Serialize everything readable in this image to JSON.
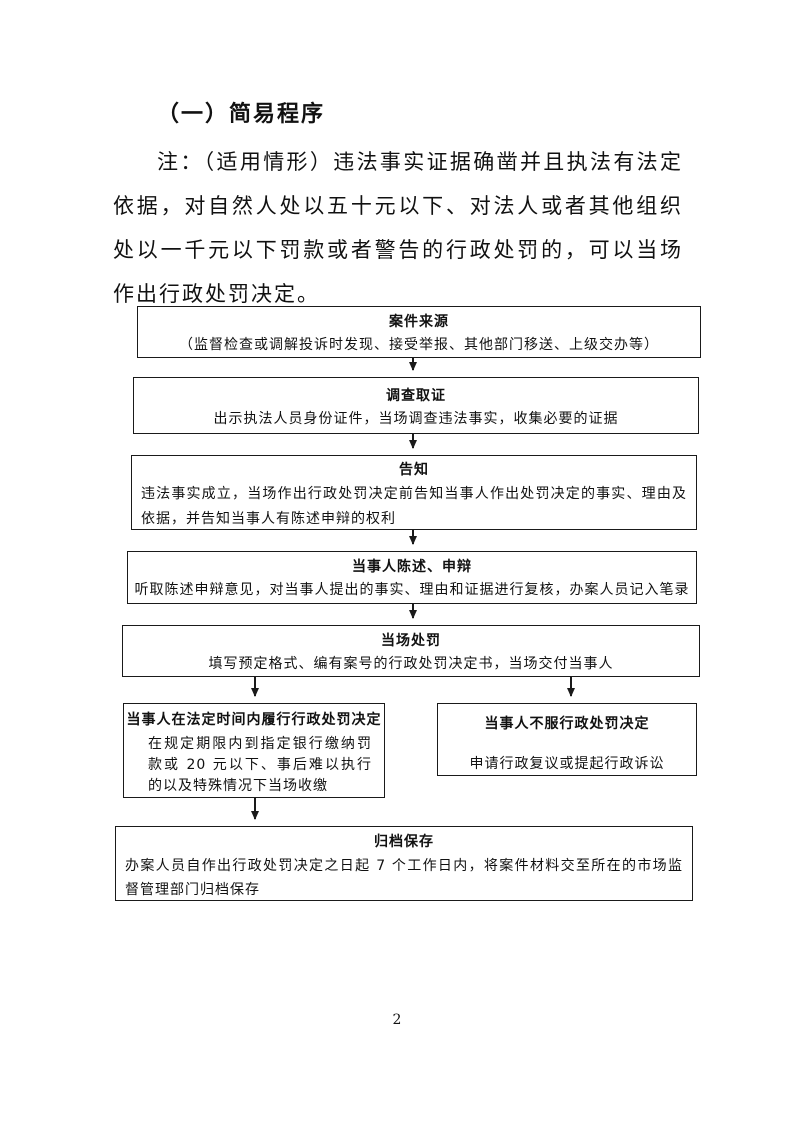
{
  "page": {
    "heading": "（一）简易程序",
    "note": "注：（适用情形）违法事实证据确凿并且执法有法定依据，对自然人处以五十元以下、对法人或者其他组织处以一千元以下罚款或者警告的行政处罚的，可以当场作出行政处罚决定。",
    "page_number": "2"
  },
  "flowchart": {
    "boxes": [
      {
        "id": "case-source",
        "title": "案件来源",
        "body": "（监督检查或调解投诉时发现、接受举报、其他部门移送、上级交办等）"
      },
      {
        "id": "investigation",
        "title": "调查取证",
        "body": "出示执法人员身份证件，当场调查违法事实，收集必要的证据"
      },
      {
        "id": "notification",
        "title": "告知",
        "body": "违法事实成立，当场作出行政处罚决定前告知当事人作出处罚决定的事实、理由及依据，并告知当事人有陈述申辩的权利"
      },
      {
        "id": "statement-defense",
        "title": "当事人陈述、申辩",
        "body": "听取陈述申辩意见，对当事人提出的事实、理由和证据进行复核，办案人员记入笔录"
      },
      {
        "id": "onsite-penalty",
        "title": "当场处罚",
        "body": "填写预定格式、编有案号的行政处罚决定书，当场交付当事人"
      },
      {
        "id": "comply-decision",
        "title": "当事人在法定时间内履行行政处罚决定",
        "body": "在规定期限内到指定银行缴纳罚款或 20 元以下、事后难以执行的以及特殊情况下当场收缴"
      },
      {
        "id": "refuse-decision",
        "title": "当事人不服行政处罚决定",
        "body": "申请行政复议或提起行政诉讼"
      },
      {
        "id": "archiving",
        "title": "归档保存",
        "body": "办案人员自作出行政处罚决定之日起 7 个工作日内，将案件材料交至所在的市场监督管理部门归档保存"
      }
    ]
  }
}
